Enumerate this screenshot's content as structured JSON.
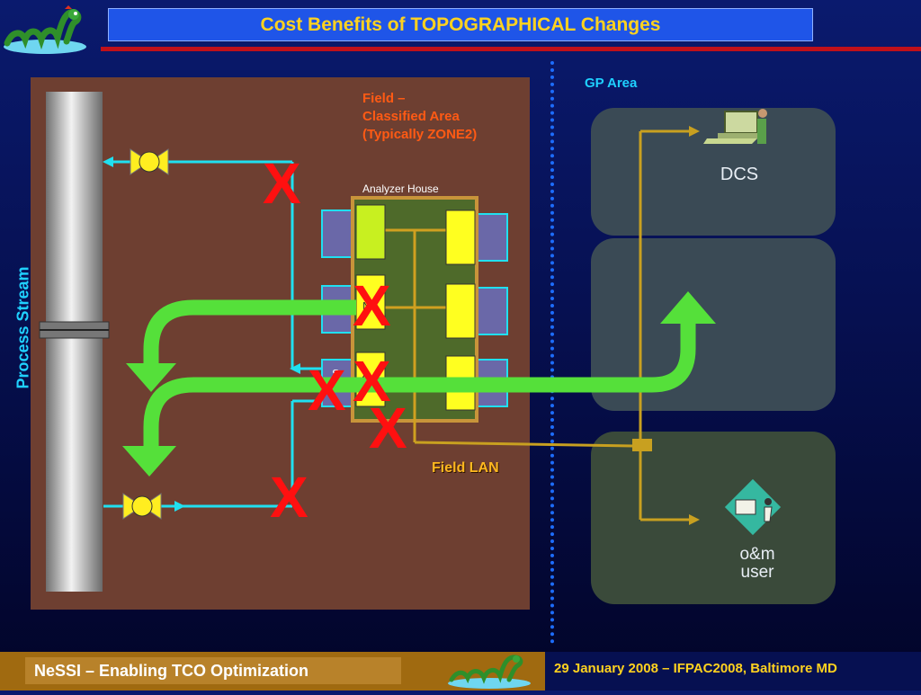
{
  "slide": {
    "title": "Cost Benefits of TOPOGRAPHICAL Changes"
  },
  "labels": {
    "field_area": [
      "Field –",
      "Classified Area",
      "(Typically ZONE2)"
    ],
    "gp_area": "GP Area",
    "analyzer_house": "Analyzer House",
    "field_lan": "Field LAN",
    "process_stream": "Process Stream",
    "dcs": "DCS",
    "om_user": [
      "o&m",
      "user"
    ],
    "x_mark": "X",
    "partial_s": "S",
    "partial_a": "A",
    "partial_n": "N"
  },
  "footer": {
    "left": "NeSSI – Enabling TCO Optimization",
    "right": "29 January 2008 –  IFPAC2008,  Baltimore MD"
  },
  "colors": {
    "title_bar": "#1f55e8",
    "title_text": "#ffd21f",
    "field_panel": "#6e3f31",
    "pipe_cyan": "#20e0f0",
    "lan_line": "#c8a020",
    "flow_arrow": "#55e03a",
    "x_mark": "#ff1010",
    "analyzer_module": "#ffff20",
    "zone_dcs": "#3a4a55",
    "zone_om": "#3a4a3a"
  },
  "icons": [
    "sea-serpent-logo-icon",
    "dcs-workstation-icon",
    "om-user-icon",
    "valve-icon"
  ]
}
